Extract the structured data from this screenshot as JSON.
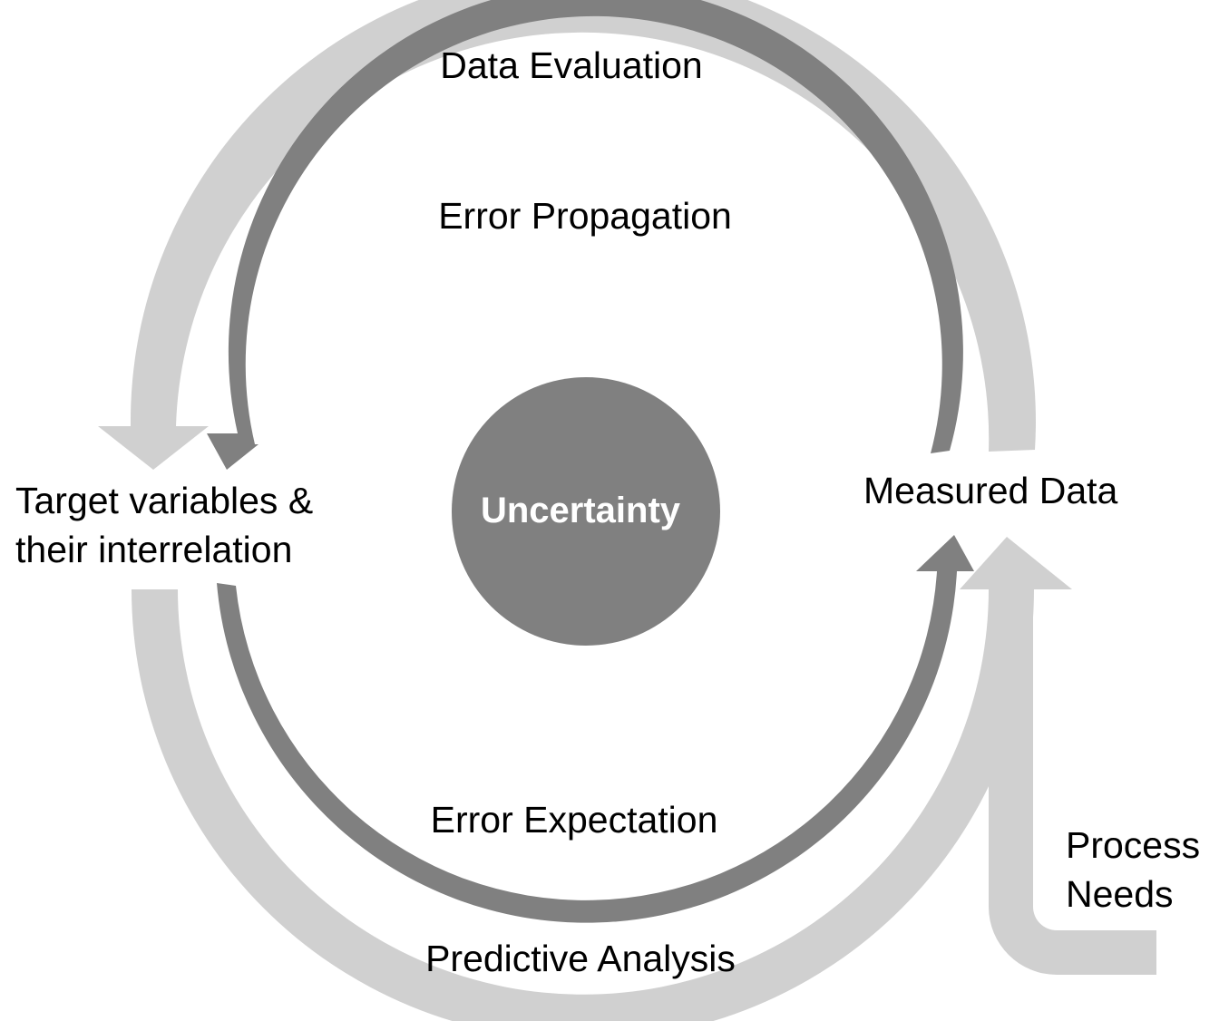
{
  "center": {
    "label": "Uncertainty"
  },
  "outer_cycle": {
    "top_label": "Data Evaluation",
    "bottom_label": "Predictive Analysis"
  },
  "inner_cycle": {
    "top_label": "Error Propagation",
    "bottom_label": "Error Expectation"
  },
  "nodes": {
    "left_line1": "Target variables &",
    "left_line2": "their interrelation",
    "right": "Measured Data"
  },
  "input": {
    "line1": "Process",
    "line2": "Needs"
  },
  "colors": {
    "outer_arrow": "#d0d0d0",
    "inner_arrow": "#808080",
    "center_circle": "#808080",
    "center_text": "#ffffff",
    "text": "#000000"
  }
}
